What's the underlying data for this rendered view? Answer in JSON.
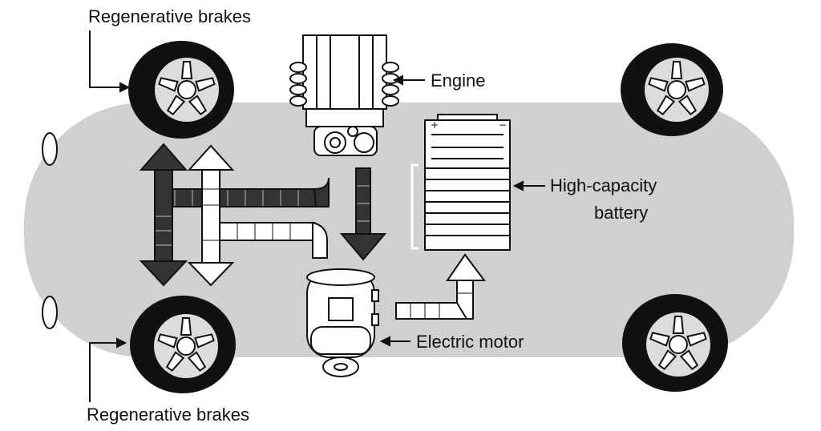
{
  "labels": {
    "regen_brakes_top": "Regenerative brakes",
    "regen_brakes_bottom": "Regenerative brakes",
    "engine": "Engine",
    "battery_line1": "High-capacity",
    "battery_line2": "battery",
    "electric_motor": "Electric motor"
  },
  "colors": {
    "body": "#d0d0d0",
    "tire": "#111111",
    "dark_arrow": "#333333",
    "outline": "#111111"
  }
}
